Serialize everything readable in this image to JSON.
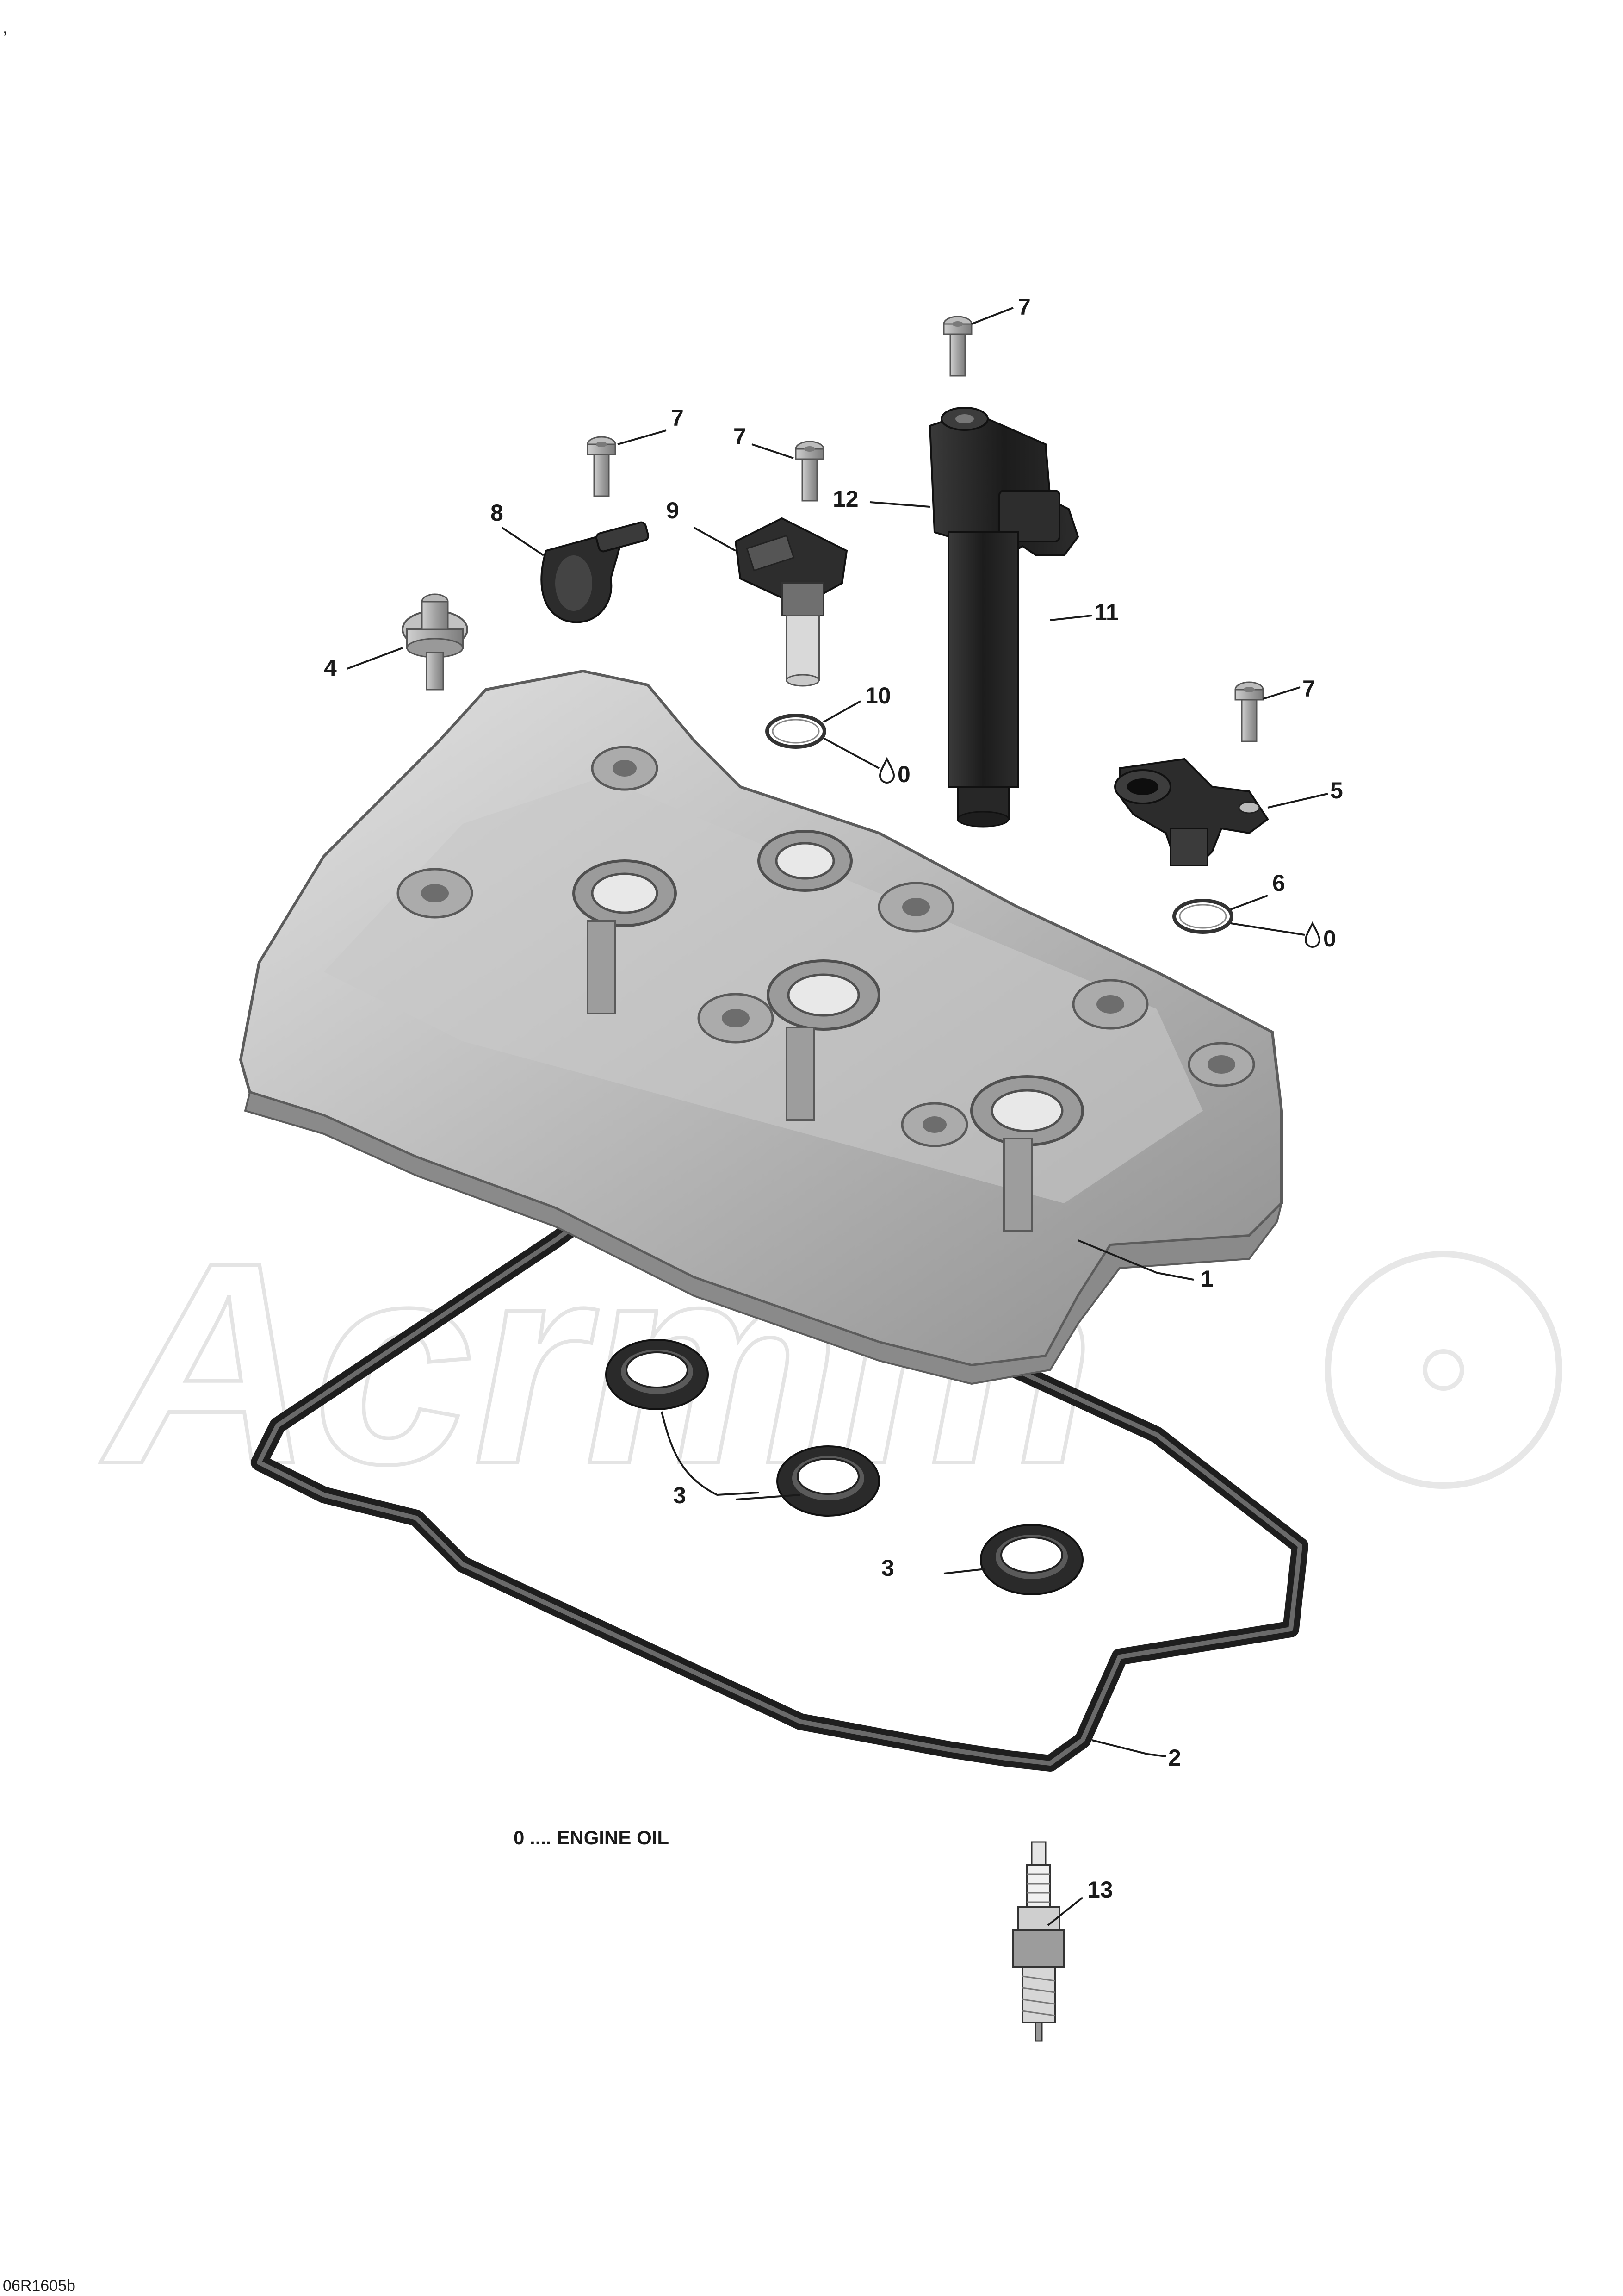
{
  "corner_mark": ",",
  "watermark": {
    "text": "Acrmm"
  },
  "callouts": [
    {
      "id": "c7a",
      "label": "7"
    },
    {
      "id": "c7b",
      "label": "7"
    },
    {
      "id": "c7c",
      "label": "7"
    },
    {
      "id": "c7d",
      "label": "7"
    },
    {
      "id": "c12",
      "label": "12"
    },
    {
      "id": "c8",
      "label": "8"
    },
    {
      "id": "c9",
      "label": "9"
    },
    {
      "id": "c11",
      "label": "11"
    },
    {
      "id": "c4",
      "label": "4"
    },
    {
      "id": "c10",
      "label": "10"
    },
    {
      "id": "c5",
      "label": "5"
    },
    {
      "id": "c6",
      "label": "6"
    },
    {
      "id": "c1",
      "label": "1"
    },
    {
      "id": "c3a",
      "label": "3"
    },
    {
      "id": "c3b",
      "label": "3"
    },
    {
      "id": "c2",
      "label": "2"
    },
    {
      "id": "c13",
      "label": "13"
    }
  ],
  "oil_marks": [
    "0",
    "0"
  ],
  "legend": {
    "text": "0 .... ENGINE OIL"
  },
  "figure_code": "06R1605b"
}
